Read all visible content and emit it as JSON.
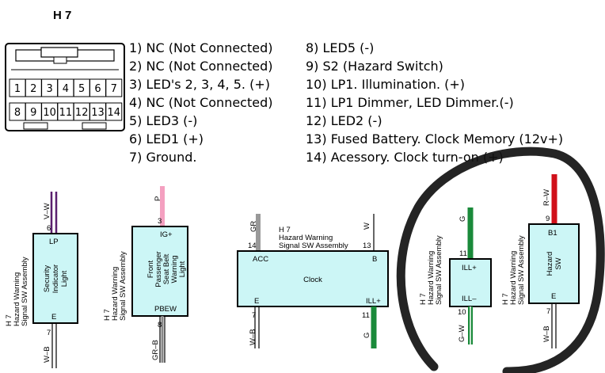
{
  "connector": {
    "title": "H 7",
    "pins_top": [
      "1",
      "2",
      "3",
      "4",
      "5",
      "6",
      "7"
    ],
    "pins_bottom": [
      "8",
      "9",
      "10",
      "11",
      "12",
      "13",
      "14"
    ]
  },
  "pin_list_left": [
    "1) NC (Not Connected)",
    "2) NC (Not Connected)",
    "3) LED's 2, 3, 4, 5. (+)",
    "4) NC (Not Connected)",
    "5) LED3 (-)",
    "6) LED1 (+)",
    "7) Ground."
  ],
  "pin_list_right": [
    "8) LED5 (-)",
    "9) S2 (Hazard Switch)",
    "10) LP1. Illumination. (+)",
    "11) LP1 Dimmer, LED Dimmer.(-)",
    "12) LED2 (-)",
    "13) Fused Battery. Clock Memory (12v+)",
    "14) Acessory. Clock turn-on (+)"
  ],
  "assembly": {
    "line1": "H 7",
    "line2": "Hazard Warning",
    "line3": "Signal SW Assembly"
  },
  "security": {
    "wire": "V–W",
    "pin_top": "6",
    "term_top": "LP",
    "label": [
      "Security",
      "Indicator",
      "Light"
    ],
    "term_bottom": "E",
    "pin_bottom": "7",
    "wire_bottom": "W–B",
    "colors": {
      "wire_top": "#5a1f6e",
      "wire_bottom": "#000000"
    }
  },
  "seatbelt": {
    "wire": "P",
    "pin_top": "3",
    "term_top": "IG+",
    "label": [
      "Front",
      "Passenger",
      "Seat Belt",
      "Warning",
      "Light"
    ],
    "term_bottom": "PBEW",
    "pin_bottom": "8",
    "wire_bottom": "GR–B",
    "colors": {
      "wire_top": "#f4a0c0",
      "wire_bottom": "#888888"
    }
  },
  "clock": {
    "label": "Clock",
    "wire_acc": "GR",
    "pin_acc": "14",
    "term_acc": "ACC",
    "wire_b": "W",
    "pin_b": "13",
    "term_b": "B",
    "term_e": "E",
    "pin_e": "7",
    "wire_e": "W–B",
    "term_ill": "ILL+",
    "pin_ill": "11",
    "wire_ill": "G",
    "colors": {
      "acc": "#999999",
      "ground": "#000000",
      "ill": "#1a8a3a"
    }
  },
  "illum": {
    "wire_top": "G",
    "pin_top": "11",
    "term_top": "ILL+",
    "term_bottom": "ILL–",
    "pin_bottom": "10",
    "wire_bottom": "G–W",
    "colors": {
      "wire": "#1a8a3a"
    }
  },
  "hazard": {
    "wire_top": "R–W",
    "pin_top": "9",
    "term_top": "B1",
    "label": [
      "Hazard",
      "SW"
    ],
    "term_bottom": "E",
    "pin_bottom": "7",
    "wire_bottom": "W–B",
    "colors": {
      "wire_top": "#d0101a",
      "wire_bottom": "#000000"
    }
  }
}
